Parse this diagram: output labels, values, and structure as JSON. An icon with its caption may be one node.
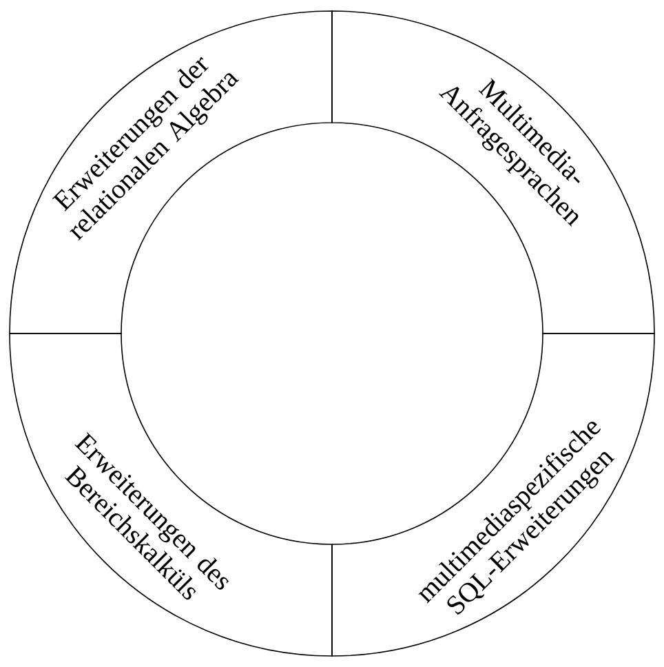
{
  "diagram": {
    "nodes": [
      {
        "text": [
          "Erweiterungen der relationalen Algebra"
        ]
      },
      {
        "text": [
          "Multimedia- Anfragesprachen"
        ]
      },
      {
        "text": [
          "Erweiterungen des Bereichskalküls"
        ]
      },
      {
        "text": [
          "multimediaspezifische SQL-Erweiterungen"
        ]
      }
    ]
  }
}
